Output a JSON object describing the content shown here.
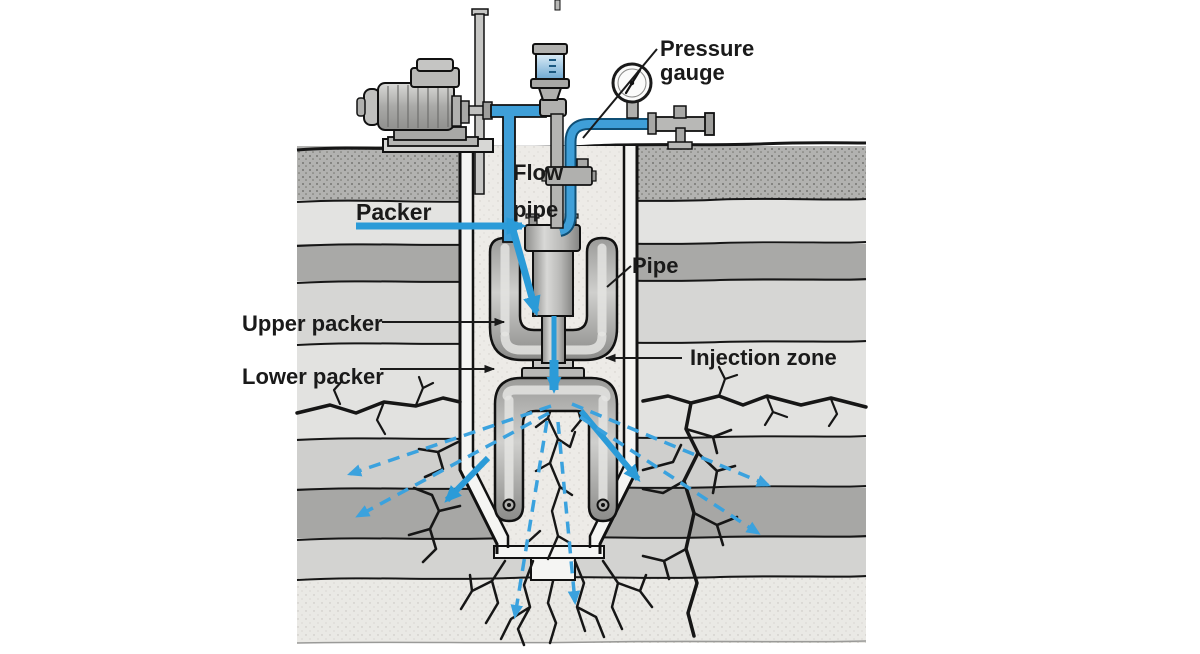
{
  "diagram": {
    "labels": {
      "pressure_gauge": {
        "line1": "Pressure",
        "line2": "gauge"
      },
      "flow_pipe": {
        "line1": "Flow",
        "line2": "pipe"
      },
      "packer": "Packer",
      "pipe": "Pipe",
      "upper_packer": "Upper packer",
      "lower_packer": "Lower packer",
      "injection_zone": "Injection zone"
    },
    "colors": {
      "arrow_blue": "#2b9bd8",
      "dashed_blue": "#3ba2de",
      "pipe_blue": "#3f9fd8",
      "label_color": "#1a1a1a"
    }
  }
}
